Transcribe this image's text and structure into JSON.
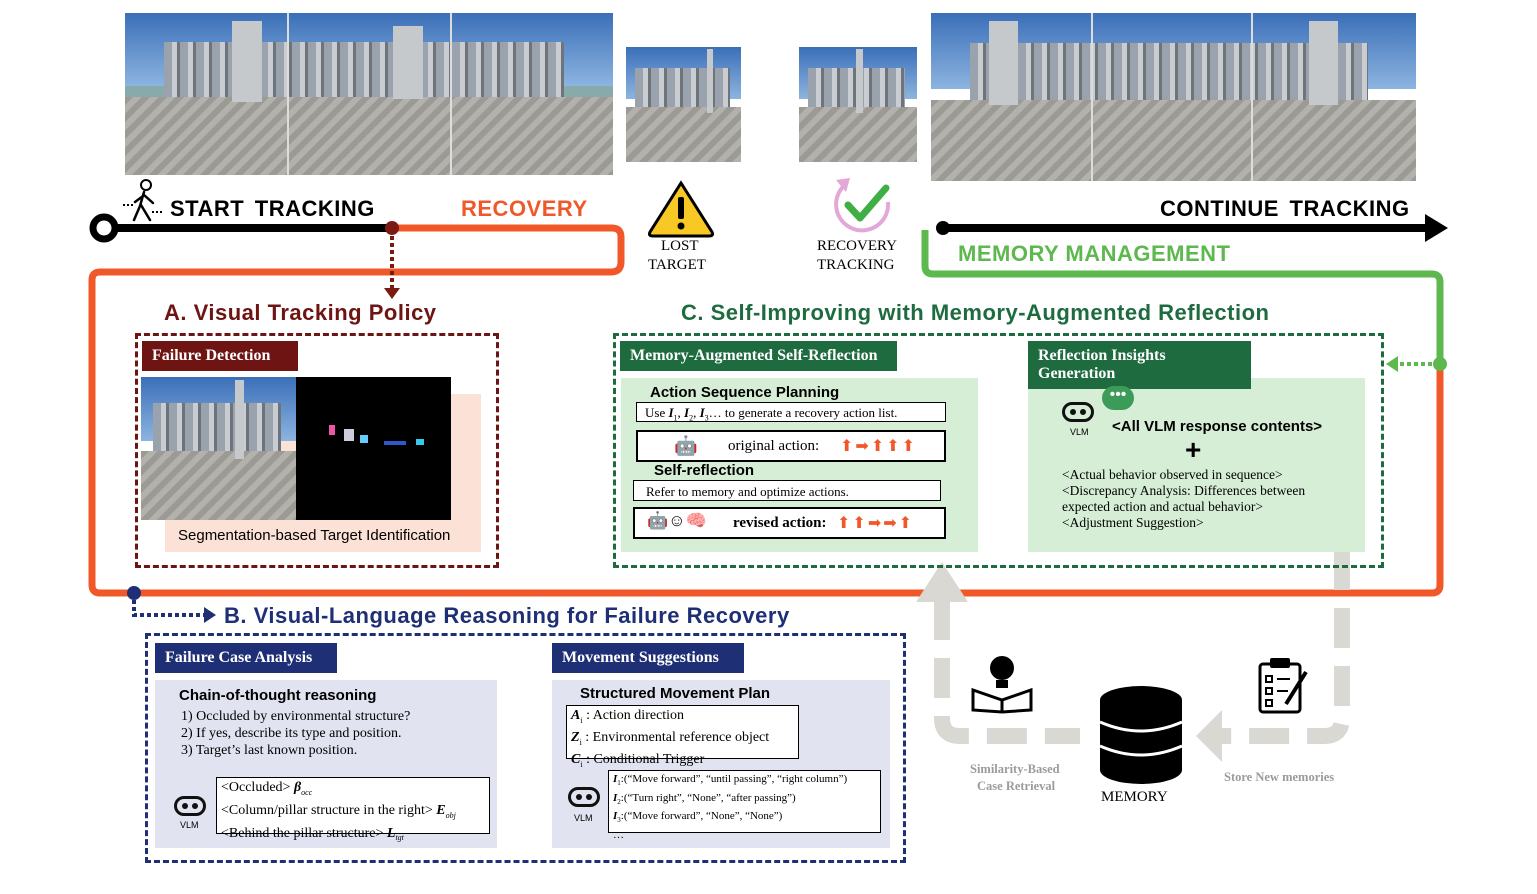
{
  "timeline": {
    "start": "START TRACKING",
    "recovery": "RECOVERY",
    "continue": "CONTINUE TRACKING",
    "memory_mgmt": "MEMORY MANAGEMENT",
    "lost_target": [
      "LOST",
      "TARGET"
    ],
    "recovery_tracking": [
      "RECOVERY",
      "TRACKING"
    ]
  },
  "section_a": {
    "title": "A. Visual Tracking Policy",
    "failure_detection": "Failure Detection",
    "segmentation": "Segmentation-based Target  Identification"
  },
  "section_b": {
    "title": "B. Visual-Language Reasoning for Failure Recovery",
    "failure_case_analysis": "Failure Case Analysis",
    "cot_heading": "Chain-of-thought reasoning",
    "cot_items": [
      "1) Occluded by environmental structure?",
      "2) If yes, describe its type and position.",
      "3) Target’s last known position."
    ],
    "vlm_out": [
      "<Occluded>",
      "<Column/pillar structure in the right>",
      "<Behind the pillar structure>"
    ],
    "vlm_sym": [
      "β",
      "E",
      "L"
    ],
    "vlm_sub": [
      "occ",
      "obj",
      "tgt"
    ],
    "movement_suggestions": "Movement Suggestions",
    "plan_heading": "Structured Movement Plan",
    "plan_items": [
      {
        "sym": "A",
        "sub": "i",
        "text": ": Action direction"
      },
      {
        "sym": "Z",
        "sub": "i",
        "text": ": Environmental reference object"
      },
      {
        "sym": "C",
        "sub": "i",
        "text": ": Conditional Trigger"
      }
    ],
    "plan_examples": [
      {
        "sym": "I",
        "sub": "1",
        "text": ":(“Move forward”, “until passing”, “right column”)"
      },
      {
        "sym": "I",
        "sub": "2",
        "text": ":(“Turn right”, “None”, “after passing”)"
      },
      {
        "sym": "I",
        "sub": "3",
        "text": ":(“Move forward”, “None”, “None”)"
      }
    ],
    "ellipsis": "…",
    "vlm": "VLM"
  },
  "section_c": {
    "title": "C. Self-Improving with Memory-Augmented Reflection",
    "masr": "Memory-Augmented Self-Reflection",
    "action_planning": "Action Sequence Planning",
    "use_prefix": "Use ",
    "use_syms": [
      "I",
      "I",
      "I"
    ],
    "use_subs": [
      "1",
      "2",
      "3"
    ],
    "use_suffix": "… to generate a recovery action list.",
    "original_action": "original action:",
    "self_reflection": "Self-reflection",
    "refer": "Refer to memory and optimize actions.",
    "revised_action": "revised action:",
    "rig": "Reflection Insights Generation",
    "vlm_all": "<All VLM response contents>",
    "plus": "+",
    "insights": [
      "<Actual behavior observed in sequence>",
      "<Discrepancy Analysis: Differences between",
      " expected action and actual behavior>",
      "<Adjustment Suggestion>"
    ],
    "vlm": "VLM"
  },
  "memory": {
    "label": "MEMORY",
    "retrieval": [
      "Similarity-Based",
      "Case Retrieval"
    ],
    "store": "Store New memories"
  },
  "colors": {
    "recovery": "#f0582a",
    "section_a": "#6e1412",
    "section_b": "#1e2f75",
    "section_c": "#1f6b40",
    "memory": "#5db84e",
    "panel_green": "#d6edd6",
    "panel_blue": "#e1e3f1"
  }
}
